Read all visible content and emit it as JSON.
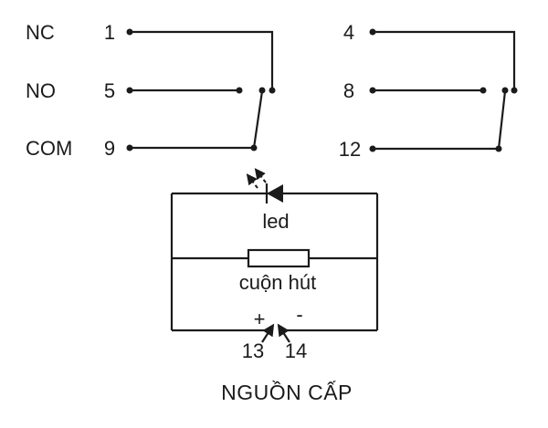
{
  "diagram": {
    "colors": {
      "line": "#1b1b1b",
      "background": "#ffffff"
    },
    "contacts": {
      "rows": [
        {
          "label": "NC",
          "left_pin": "1",
          "right_pin": "4"
        },
        {
          "label": "NO",
          "left_pin": "5",
          "right_pin": "8"
        },
        {
          "label": "COM",
          "left_pin": "9",
          "right_pin": "12"
        }
      ]
    },
    "led": {
      "label": "led"
    },
    "coil": {
      "label": "cuộn hút"
    },
    "power": {
      "positive_sign": "+",
      "negative_sign": "-",
      "left_pin": "13",
      "right_pin": "14"
    },
    "title": "NGUỒN CẤP"
  }
}
